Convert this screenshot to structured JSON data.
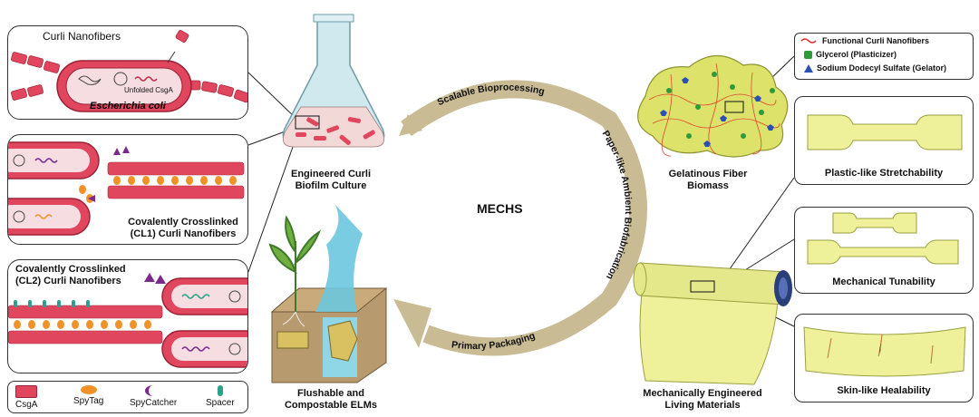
{
  "panel1": {
    "title": "Curli Nanofibers",
    "inner": "Unfolded CsgA",
    "organism": "Escherichia coli"
  },
  "panel2": {
    "caption_line1": "Covalently Crosslinked",
    "caption_line2": "(CL1) Curli Nanofibers"
  },
  "panel3": {
    "caption_line1": "Covalently Crosslinked",
    "caption_line2": "(CL2) Curli Nanofibers"
  },
  "legend": [
    {
      "label": "CsgA",
      "icon": "csga-block-icon",
      "color": "#e0475f"
    },
    {
      "label": "SpyTag",
      "icon": "spytag-ellipse-icon",
      "color": "#f0922a"
    },
    {
      "label": "SpyCatcher",
      "icon": "spycatcher-crescent-icon",
      "color": "#7b2a8c"
    },
    {
      "label": "Spacer",
      "icon": "spacer-capsule-icon",
      "color": "#2aa38a"
    }
  ],
  "center": {
    "title": "MECHS",
    "arc_top": "Scalable Bioprocessing",
    "arc_right": "Paper-like Ambient Biofabrication",
    "arc_bottom": "Primary Packaging"
  },
  "flask_label": [
    "Engineered Curli",
    "Biofilm Culture"
  ],
  "biomass_label": [
    "Gelatinous Fiber",
    "Biomass"
  ],
  "flushable_label": [
    "Flushable and",
    "Compostable ELMs"
  ],
  "elm_label": [
    "Mechanically Engineered",
    "Living Materials"
  ],
  "biomass_legend": [
    {
      "label": "Functional Curli Nanofibers",
      "icon": "red-wave-icon",
      "color": "#e02a2a"
    },
    {
      "label": "Glycerol (Plasticizer)",
      "icon": "green-hexagon-icon",
      "color": "#2f9a3a"
    },
    {
      "label": "Sodium Dodecyl Sulfate (Gelator)",
      "icon": "blue-pentagon-icon",
      "color": "#2a4fb5"
    }
  ],
  "properties": [
    "Plastic-like Stretchability",
    "Mechanical Tunability",
    "Skin-like Healability"
  ],
  "colors": {
    "csga": "#e0475f",
    "arc": "#c9bb94",
    "film": "#eef09a",
    "flask_glass": "#cfe9ef"
  }
}
